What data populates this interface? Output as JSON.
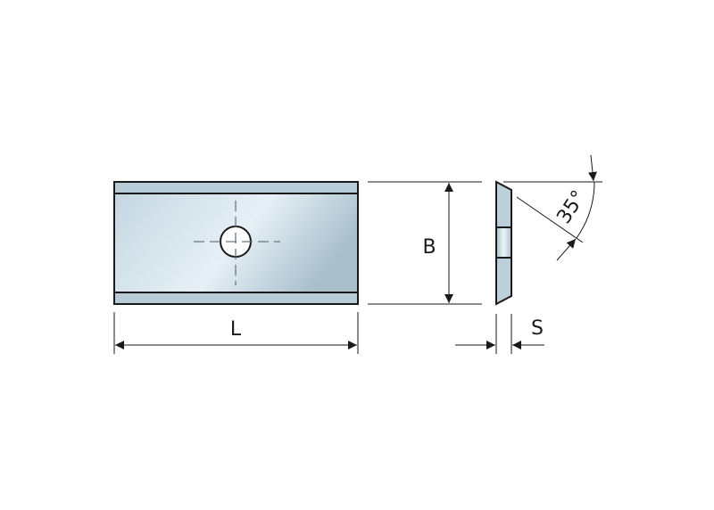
{
  "labels": {
    "length": "L",
    "width": "B",
    "thickness": "S",
    "angle": "35°"
  },
  "colors": {
    "steel_light": "#e6f0f6",
    "steel_mid": "#c3d5e0",
    "steel_dark": "#a9bfcc",
    "outline": "#1a1a1a"
  }
}
